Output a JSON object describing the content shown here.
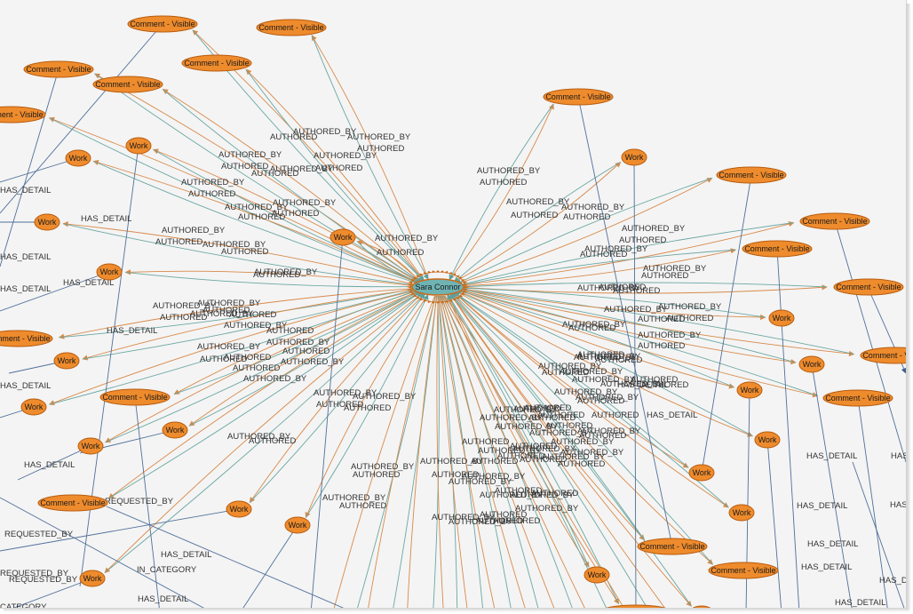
{
  "graph": {
    "colors": {
      "node_fill": "#ee8b2c",
      "node_stroke": "#b85c10",
      "center_fill": "#6fb3b3",
      "center_stroke": "#c96a17",
      "edge_orange": "#d88a4a",
      "edge_teal": "#6aa7a2",
      "edge_blue": "#50709a"
    },
    "center_node": {
      "label": "Sara Connor"
    },
    "nodes": [
      {
        "label": "Comment - Visible"
      },
      {
        "label": "Comment - Visible"
      },
      {
        "label": "Comment - Visible"
      },
      {
        "label": "Comment - Visible"
      },
      {
        "label": "Comment - Visible"
      },
      {
        "label": "Comment - Visible"
      },
      {
        "label": "Comment - Visible"
      },
      {
        "label": "Comment - Visible"
      },
      {
        "label": "Comment - Visible"
      },
      {
        "label": "Comment - Visible"
      },
      {
        "label": "Comment - Visible"
      },
      {
        "label": "Comment - Visible"
      },
      {
        "label": "Comment - Visible"
      },
      {
        "label": "Comment - Visible"
      },
      {
        "label": "Comment - Visible"
      },
      {
        "label": "Comment - Visible"
      },
      {
        "label": "Comment - Visible"
      },
      {
        "label": "Comment - Visible"
      },
      {
        "label": "Comment - Visible"
      },
      {
        "label": "Work"
      },
      {
        "label": "Work"
      },
      {
        "label": "Work"
      },
      {
        "label": "Work"
      },
      {
        "label": "Work"
      },
      {
        "label": "Work"
      },
      {
        "label": "Work"
      },
      {
        "label": "Work"
      },
      {
        "label": "Work"
      },
      {
        "label": "Work"
      },
      {
        "label": "Work"
      },
      {
        "label": "Work"
      },
      {
        "label": "Work"
      },
      {
        "label": "Work"
      },
      {
        "label": "Work"
      },
      {
        "label": "Work"
      },
      {
        "label": "Work"
      },
      {
        "label": "Work"
      },
      {
        "label": "Work"
      },
      {
        "label": "Work"
      },
      {
        "label": "Work"
      },
      {
        "label": "Work"
      },
      {
        "label": "Work"
      }
    ],
    "edge_labels": [
      "AUTHORED_BY",
      "AUTHORED",
      "AUTHORED_BY",
      "AUTHORED",
      "AUTHORED_BY",
      "AUTHORED",
      "AUTHORED_BY",
      "AUTHORED",
      "AUTHORED_BY",
      "AUTHORED",
      "AUTHORED_BY",
      "AUTHORED",
      "AUTHORED_BY",
      "AUTHORED",
      "AUTHORED_BY",
      "AUTHORED",
      "AUTHORED_BY",
      "AUTHORED",
      "AUTHORED_BY",
      "AUTHORED",
      "AUTHORED_BY",
      "AUTHORED",
      "AUTHORED_BY",
      "AUTHORED",
      "AUTHORED_BY",
      "AUTHORED",
      "AUTHORED_BY",
      "AUTHORED",
      "AUTHORED_BY",
      "AUTHORED",
      "AUTHORED_BY",
      "AUTHORED",
      "AUTHORED_BY",
      "AUTHORED",
      "AUTHORED_BY",
      "AUTHORED",
      "AUTHORED_BY",
      "AUTHORED",
      "AUTHORED_BY",
      "AUTHORED",
      "AUTHORED_BY",
      "AUTHORED",
      "AUTHORED_BY",
      "AUTHORED",
      "AUTHORED_BY",
      "AUTHORED",
      "AUTHORED_BY",
      "AUTHORED",
      "AUTHORED_BY",
      "AUTHORED",
      "AUTHORED_BY",
      "AUTHORED",
      "AUTHORED_BY",
      "AUTHORED",
      "AUTHORED_BY",
      "AUTHORED",
      "AUTHORED_BY",
      "AUTHORED",
      "AUTHORED_BY",
      "AUTHORED",
      "AUTHORED_BY",
      "AUTHORED",
      "AUTHORED_BY",
      "AUTHORED",
      "AUTHORED_BY",
      "AUTHORED",
      "AUTHORED_BY",
      "AUTHORED",
      "AUTHORED_BY",
      "AUTHORED",
      "AUTHORED_BY",
      "AUTHORED",
      "AUTHORED_BY",
      "AUTHORED",
      "AUTHORED_BY",
      "AUTHORED",
      "AUTHORED_BY",
      "AUTHORED",
      "AUTHORED_BY",
      "AUTHORED",
      "AUTHORED_BY",
      "AUTHORED",
      "AUTHORED_BY",
      "AUTHORED",
      "AUTHORED_BY",
      "AUTHORED",
      "AUTHORED_BY",
      "AUTHORED",
      "AUTHORED_BY",
      "AUTHORED",
      "AUTHORED_BY",
      "AUTHORED",
      "AUTHORED_BY",
      "AUTHORED",
      "AUTHORED_BY",
      "AUTHORED",
      "AUTHORED_BY",
      "AUTHORED",
      "AUTHORED_BY",
      "AUTHORED",
      "AUTHORED_BY",
      "AUTHORED",
      "AUTHORED_BY",
      "AUTHORED",
      "AUTHORED_BY",
      "AUTHORED",
      "AUTHORED_BY",
      "AUTHORED",
      "AUTHORED_BY",
      "AUTHORED",
      "AUTHORED_BY",
      "AUTHORED",
      "AUTHORED_BY",
      "AUTHORED",
      "AUTHORED_BY",
      "AUTHORED",
      "AUTHORED_BY",
      "AUTHORED",
      "AUTHORED_BY",
      "AUTHORED",
      "AUTHORED_BY",
      "AUTHORED",
      "AUTHORED_BY",
      "AUTHORED",
      "HAS_DETAIL",
      "HAS_DETAIL",
      "HAS_DETAIL",
      "HAS_DETAIL",
      "HAS_DETAIL",
      "HAS_DETAIL",
      "HAS_DETAIL",
      "HAS_DETAIL",
      "HAS_DETAIL",
      "HAS_DETAIL",
      "HAS_DETAIL",
      "HAS_DETAIL",
      "HAS_DETAIL",
      "HAS_DETAIL",
      "HAS_DETAIL",
      "HAS_DETAIL",
      "HAS_DETAIL",
      "HAS_DETAIL",
      "HAS_DETAIL",
      "HAS_DETAIL",
      "REQUESTED_BY",
      "REQUESTED_BY",
      "REQUESTED_BY",
      "REQUESTED_BY",
      "IN_CATEGORY",
      "CATEGORY"
    ]
  }
}
